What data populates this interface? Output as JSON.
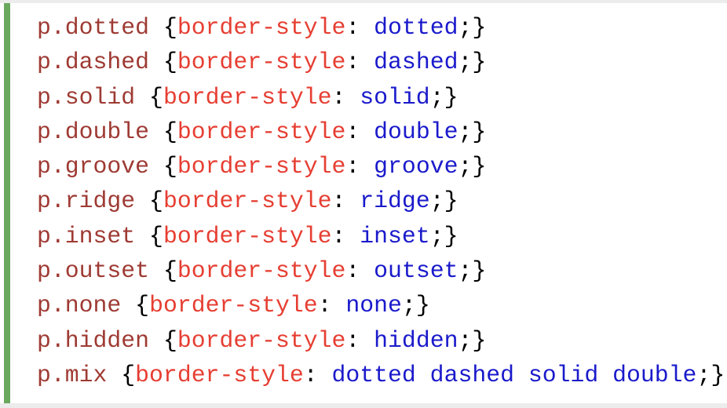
{
  "colors": {
    "selector": "#9e3a33",
    "property": "#e63e32",
    "value": "#1a1acb",
    "punctuation": "#000000",
    "accent-green": "#6aa85e",
    "divider-gray": "#ececec",
    "code-bg": "#ffffff"
  },
  "code_block": {
    "language": "css",
    "syntax": {
      "open_brace": " {",
      "colon": ": ",
      "line_end": ";}"
    },
    "lines": [
      {
        "selector": "p.dotted",
        "property": "border-style",
        "value": "dotted"
      },
      {
        "selector": "p.dashed",
        "property": "border-style",
        "value": "dashed"
      },
      {
        "selector": "p.solid",
        "property": "border-style",
        "value": "solid"
      },
      {
        "selector": "p.double",
        "property": "border-style",
        "value": "double"
      },
      {
        "selector": "p.groove",
        "property": "border-style",
        "value": "groove"
      },
      {
        "selector": "p.ridge",
        "property": "border-style",
        "value": "ridge"
      },
      {
        "selector": "p.inset",
        "property": "border-style",
        "value": "inset"
      },
      {
        "selector": "p.outset",
        "property": "border-style",
        "value": "outset"
      },
      {
        "selector": "p.none",
        "property": "border-style",
        "value": "none"
      },
      {
        "selector": "p.hidden",
        "property": "border-style",
        "value": "hidden"
      },
      {
        "selector": "p.mix",
        "property": "border-style",
        "value": "dotted dashed solid double"
      }
    ]
  }
}
